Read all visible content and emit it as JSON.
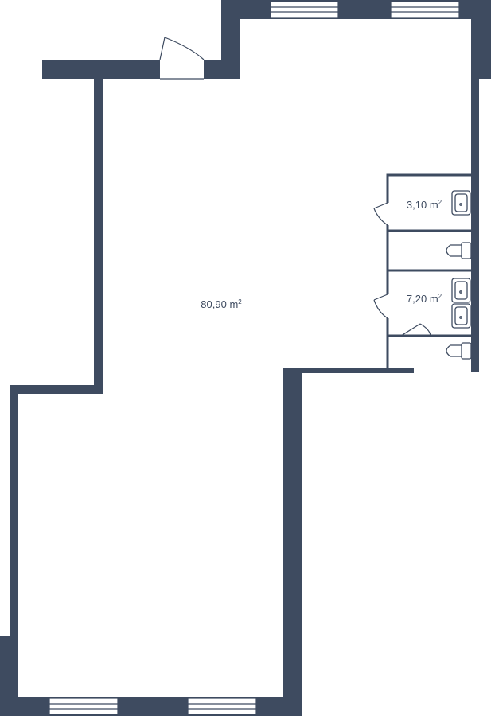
{
  "colors": {
    "wall": "#3e4b60",
    "background": "#ffffff"
  },
  "rooms": [
    {
      "id": "main-hall",
      "area": "80,90",
      "unit": "m",
      "unit_power": "2"
    },
    {
      "id": "washroom-small",
      "area": "3,10",
      "unit": "m",
      "unit_power": "2"
    },
    {
      "id": "washroom-large",
      "area": "7,20",
      "unit": "m",
      "unit_power": "2"
    }
  ],
  "icons": {
    "window": "window-icon",
    "door": "door-icon",
    "sink": "sink-icon",
    "toilet": "toilet-icon"
  }
}
